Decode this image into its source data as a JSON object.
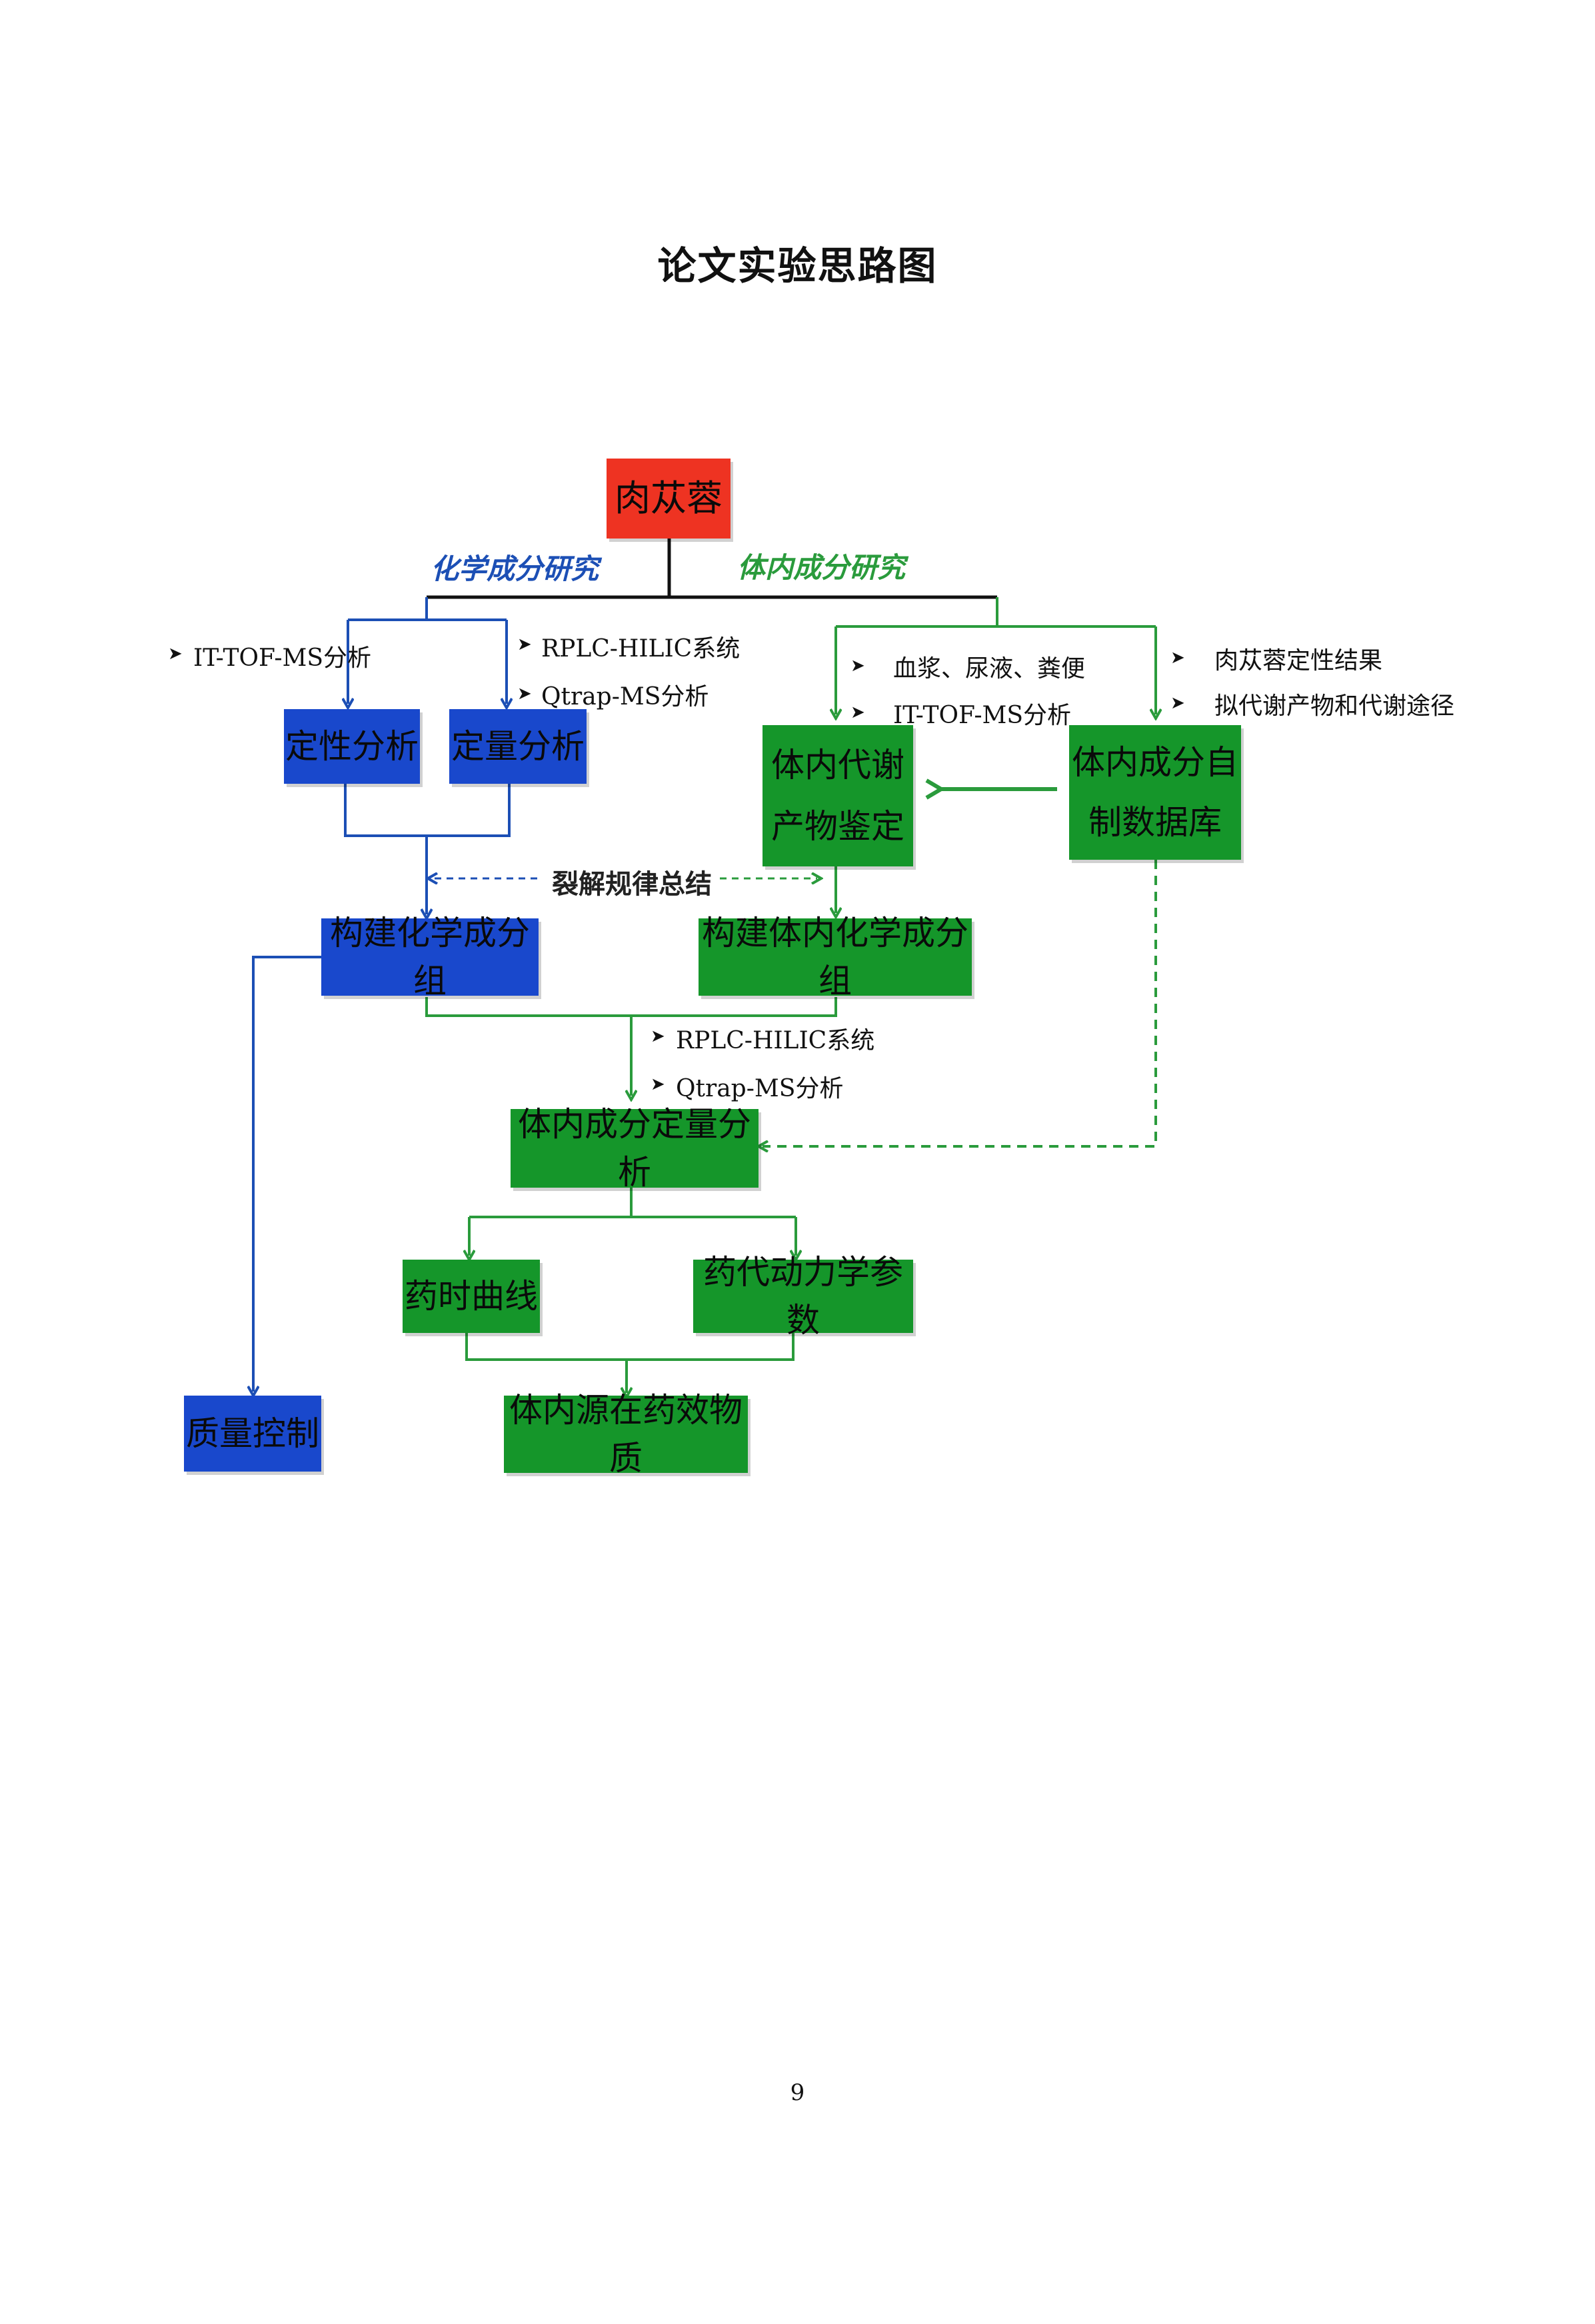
{
  "page": {
    "title": "论文实验思路图",
    "page_number": "9"
  },
  "colors": {
    "root": "#ee3322",
    "blue": "#1948cc",
    "green": "#15962a",
    "blue_line": "#1c4fb5",
    "green_line": "#2a9b3c"
  },
  "diagram": {
    "root": "肉苁蓉",
    "sections": {
      "chemical": "化学成分研究",
      "in_vivo": "体内成分研究"
    },
    "nodes": {
      "qualitative": "定性分析",
      "quantitative": "定量分析",
      "metabolite_id": {
        "line1": "体内代谢",
        "line2": "产物鉴定"
      },
      "database": {
        "line1": "体内成分自",
        "line2": "制数据库"
      },
      "chem_group": "构建化学成分组",
      "invivo_chem_group": "构建体内化学成分组",
      "invivo_quant": "体内成分定量分析",
      "time_curve": "药时曲线",
      "pk_params": "药代动力学参数",
      "quality_control": "质量控制",
      "effective_substance": "体内源在药效物质"
    },
    "annotations": {
      "left_method": "IT-TOF-MS分析",
      "right_method_1": "RPLC-HILIC系统",
      "right_method_2": "Qtrap-MS分析",
      "samples": "血浆、尿液、粪便",
      "samples_method": "IT-TOF-MS分析",
      "db_1": "肉苁蓉定性结果",
      "db_2": "拟代谢产物和代谢途径",
      "summary": "裂解规律总结",
      "quant_method_1": "RPLC-HILIC系统",
      "quant_method_2": "Qtrap-MS分析"
    }
  }
}
